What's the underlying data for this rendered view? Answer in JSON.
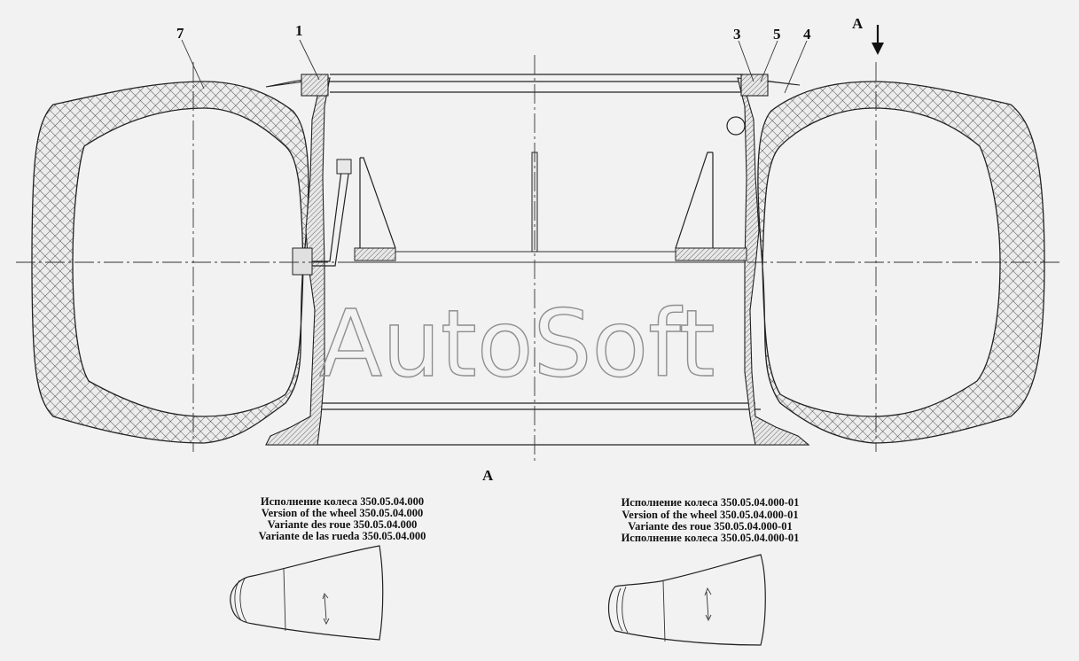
{
  "callouts": [
    "1",
    "3",
    "5",
    "4",
    "7"
  ],
  "section_marks": {
    "top": "A",
    "bottom": "A"
  },
  "watermark": "AutoSoft",
  "captions": {
    "left": [
      "Исполнение колеса 350.05.04.000",
      "Version of the wheel 350.05.04.000",
      "Variante des roue 350.05.04.000",
      "Variante de las rueda 350.05.04.000"
    ],
    "right": [
      "Исполнение колеса 350.05.04.000-01",
      "Version of the wheel 350.05.04.000-01",
      "Variante des roue 350.05.04.000-01",
      "Исполнение колеса 350.05.04.000-01"
    ]
  },
  "colors": {
    "background": "#f2f2f2",
    "line": "#222222",
    "watermark": "#8f8f8f"
  }
}
